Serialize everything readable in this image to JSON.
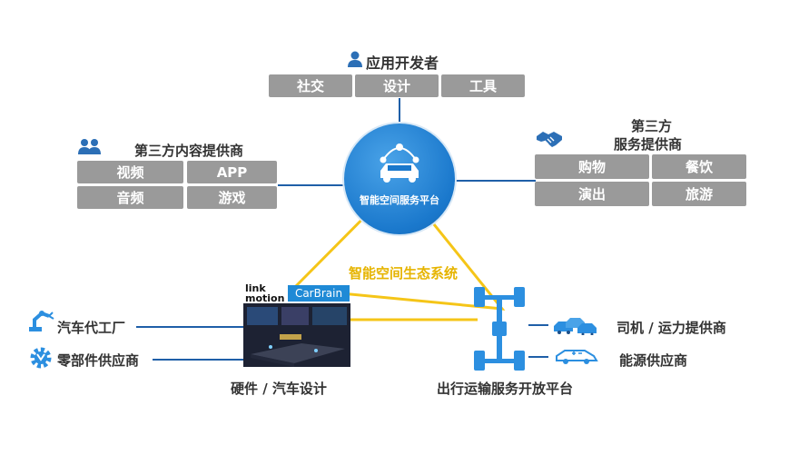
{
  "developers": {
    "title": "应用开发者",
    "items": [
      "社交",
      "设计",
      "工具"
    ]
  },
  "content_providers": {
    "title": "第三方内容提供商",
    "items": [
      "视频",
      "APP",
      "音频",
      "游戏"
    ]
  },
  "service_providers": {
    "title_line1": "第三方",
    "title_line2": "服务提供商",
    "items": [
      "购物",
      "餐饮",
      "演出",
      "旅游"
    ]
  },
  "hub": {
    "label": "智能空间服务平台"
  },
  "ecosystem": {
    "label": "智能空间生态系统"
  },
  "hardware": {
    "brand_link": "link",
    "brand_motion": "motion",
    "brand_product": "CarBrain",
    "label": "硬件 / 汽车设计"
  },
  "mobility": {
    "label": "出行运输服务开放平台"
  },
  "left_suppliers": {
    "oem": "汽车代工厂",
    "parts": "零部件供应商"
  },
  "right_suppliers": {
    "drivers": "司机 / 运力提供商",
    "energy": "能源供应商"
  },
  "colors": {
    "hub_blue": "#1a78cc",
    "triangle_yellow": "#f5c518",
    "ecosystem_text": "#e6b400",
    "box_gray": "#9a9a9a",
    "line_blue": "#1f5fa8"
  }
}
